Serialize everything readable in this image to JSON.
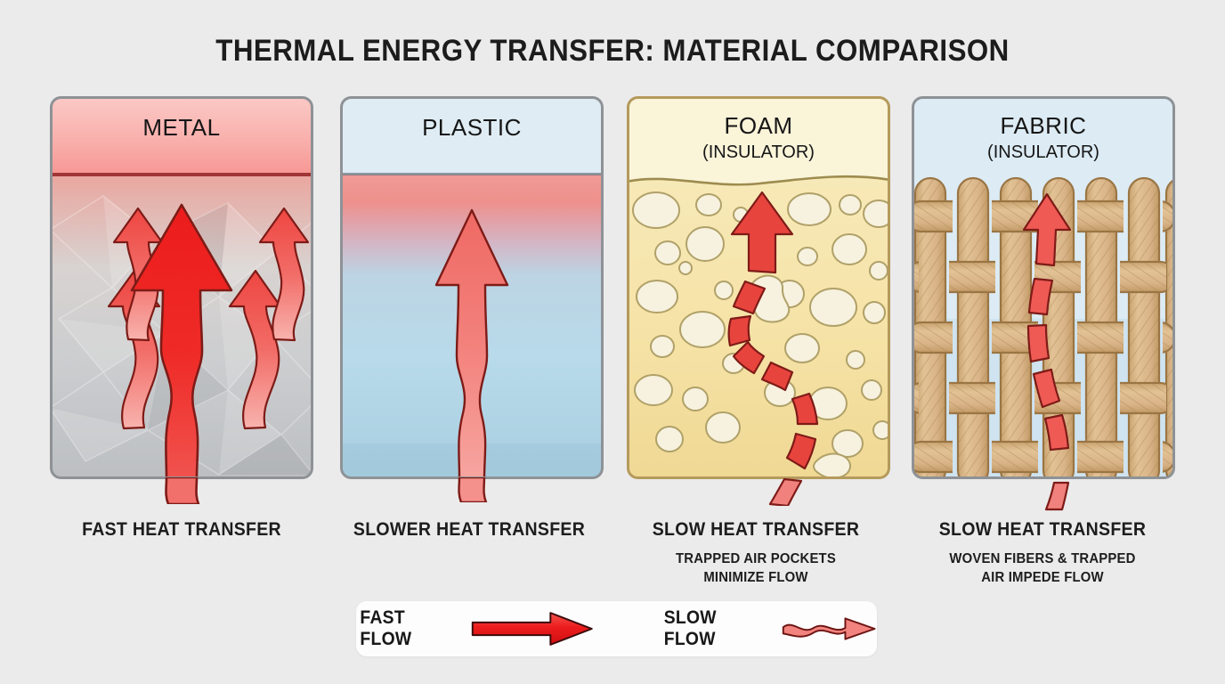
{
  "title": "THERMAL ENERGY TRANSFER: MATERIAL COMPARISON",
  "background_color": "#ebebeb",
  "panels": [
    {
      "id": "metal",
      "name": "METAL",
      "subtitle": "",
      "header_color": "#f8a8a4",
      "body_color": "#c9cbcd",
      "caption": "FAST HEAT TRANSFER",
      "subcaption": "",
      "arrow_style": "solid-thick",
      "arrow_color": "#ef2a2a",
      "arrow_count": 5
    },
    {
      "id": "plastic",
      "name": "PLASTIC",
      "subtitle": "",
      "header_color": "#dceaf2",
      "body_color": "#b5d9ea",
      "caption": "SLOWER HEAT TRANSFER",
      "subcaption": "",
      "arrow_style": "solid-medium",
      "arrow_color": "#f2706b",
      "arrow_count": 1
    },
    {
      "id": "foam",
      "name": "FOAM",
      "subtitle": "(INSULATOR)",
      "header_color": "#f7f0cf",
      "body_color": "#f5e3a8",
      "caption": "SLOW HEAT TRANSFER",
      "subcaption": "TRAPPED AIR POCKETS\nMINIMIZE FLOW",
      "subcaption_line1": "TRAPPED AIR POCKETS",
      "subcaption_line2": "MINIMIZE FLOW",
      "arrow_style": "dashed-wavy",
      "arrow_color": "#e23b3b",
      "arrow_count": 1
    },
    {
      "id": "fabric",
      "name": "FABRIC",
      "subtitle": "(INSULATOR)",
      "header_color": "#dceaf4",
      "body_color": "#d9b98c",
      "caption": "SLOW HEAT TRANSFER",
      "subcaption": "WOVEN FIBERS & TRAPPED\nAIR IMPEDE FLOW",
      "subcaption_line1": "WOVEN FIBERS & TRAPPED",
      "subcaption_line2": "AIR IMPEDE FLOW",
      "arrow_style": "dashed-wavy",
      "arrow_color": "#ef5a58",
      "arrow_count": 1
    }
  ],
  "legend": {
    "fast_label": "FAST FLOW",
    "slow_label": "SLOW FLOW",
    "fast_color": "#ed1c24",
    "slow_color": "#f2837f"
  }
}
